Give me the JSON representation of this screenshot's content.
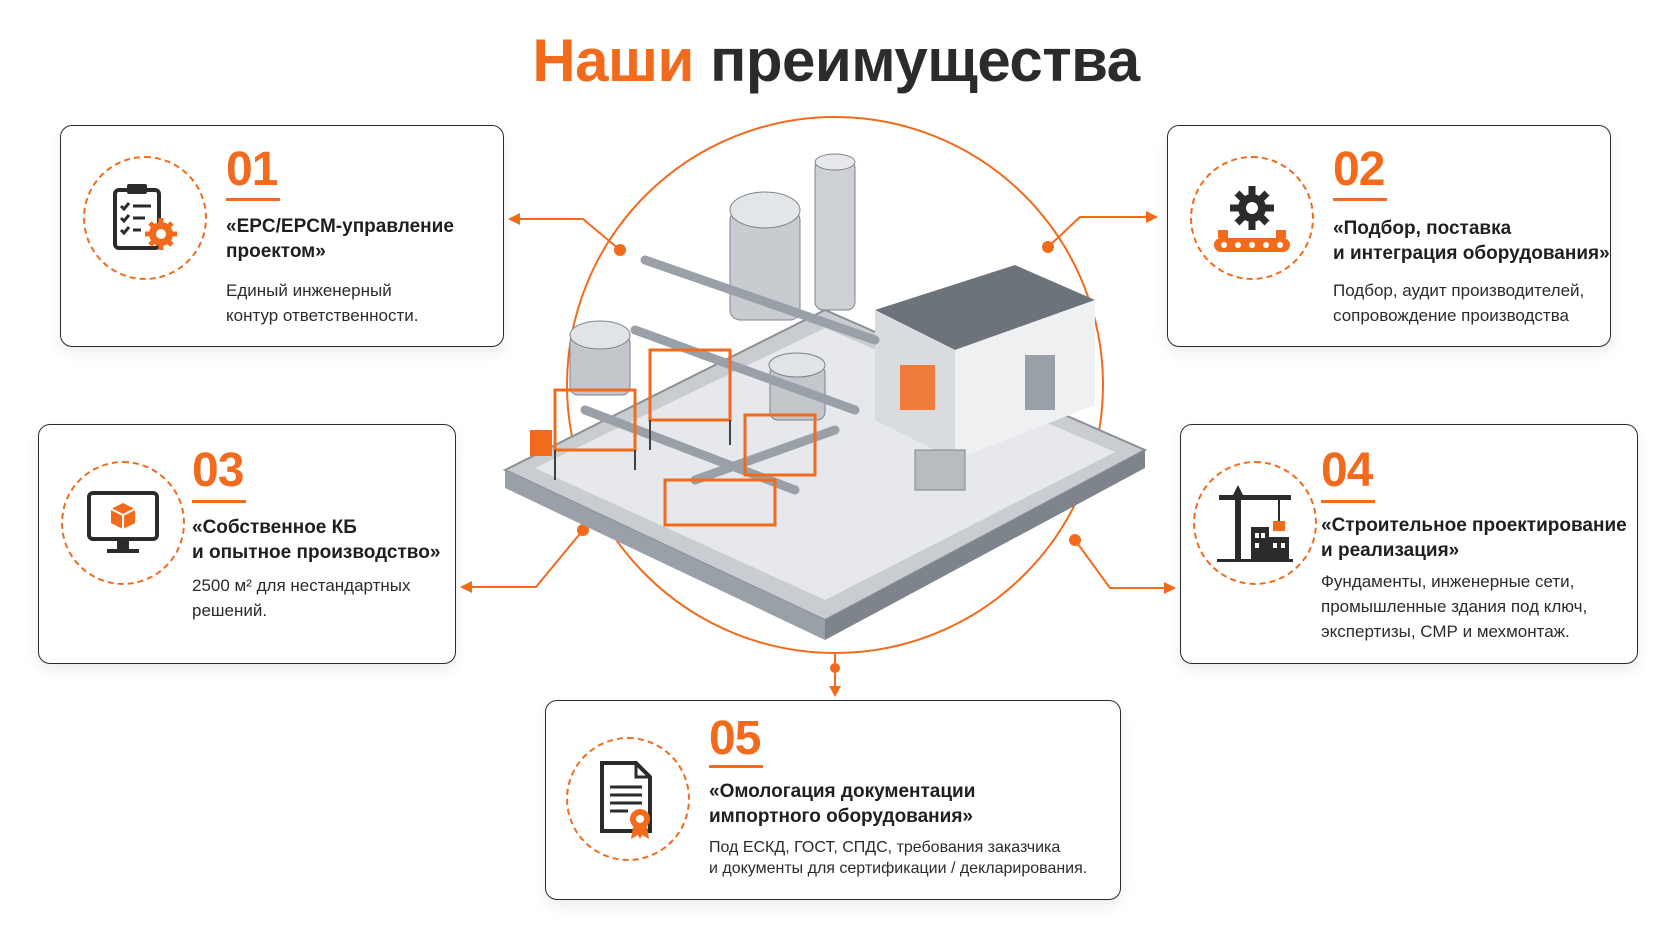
{
  "title": {
    "accent": "Наши",
    "rest": "преимущества"
  },
  "colors": {
    "accent": "#f26b1d",
    "dark": "#2b2b2b",
    "border": "#2b2b2b"
  },
  "cards": [
    {
      "number": "01",
      "icon": "clipboard-gear-icon",
      "heading_1": "«EPC/EPCM-управление",
      "heading_2": "проектом»",
      "desc_1": "Единый инженерный",
      "desc_2": "контур ответственности."
    },
    {
      "number": "02",
      "icon": "gear-conveyor-icon",
      "heading_1": "«Подбор, поставка",
      "heading_2": "и интеграция оборудования»",
      "desc_1": "Подбор, аудит производителей,",
      "desc_2": "сопровождение производства"
    },
    {
      "number": "03",
      "icon": "monitor-cube-icon",
      "heading_1": "«Собственное КБ",
      "heading_2": "и опытное производство»",
      "desc_1": "2500 м² для нестандартных",
      "desc_2": "решений."
    },
    {
      "number": "04",
      "icon": "crane-building-icon",
      "heading_1": "«Строительное проектирование",
      "heading_2": "и реализация»",
      "desc_1": "Фундаменты, инженерные сети,",
      "desc_2": "промышленные здания под ключ,",
      "desc_3": "экспертизы, СМР и мехмонтаж."
    },
    {
      "number": "05",
      "icon": "certificate-document-icon",
      "heading_1": "«Омологация документации",
      "heading_2": "импортного оборудования»",
      "desc_1": "Под ЕСКД, ГОСТ, СПДС, требования заказчика",
      "desc_2": "и документы для сертификации / декларирования."
    }
  ],
  "center_image": "industrial-plant-illustration"
}
